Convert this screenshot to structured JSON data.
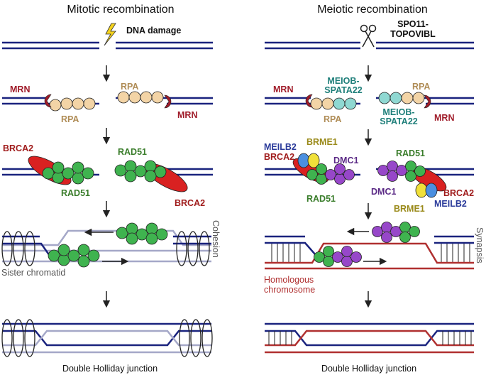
{
  "titles": {
    "mitotic": "Mitotic recombination",
    "meiotic": "Meiotic recombination"
  },
  "labels": {
    "dna_damage": "DNA damage",
    "spo11_line1": "SPO11-",
    "spo11_line2": "TOPOVIBL",
    "mrn": "MRN",
    "rpa": "RPA",
    "meiob_line1": "MEIOB-",
    "meiob_line2": "SPATA22",
    "brca2": "BRCA2",
    "rad51": "RAD51",
    "dmc1": "DMC1",
    "meilb2": "MEILB2",
    "brme1": "BRME1",
    "cohesion": "Cohesion",
    "synapsis": "Synapsis",
    "sister_chromatid": "Sister chromatid",
    "homologous_line1": "Homologous",
    "homologous_line2": "chromosome",
    "dhj": "Double Holliday junction"
  },
  "colors": {
    "dna": "#1a237e",
    "sister": "#a5a8c8",
    "homolog": "#b03030",
    "mrn": "#a01c2a",
    "rpa": "#f3d4a6",
    "rpa_text": "#b08d57",
    "meiob": "#8fd8d2",
    "meiob_text": "#1f7f7a",
    "brca2": "#d92121",
    "brca2_text": "#a01c1c",
    "rad51": "#3fb34f",
    "rad51_text": "#3a7d2b",
    "dmc1": "#9747c9",
    "dmc1_text": "#5b2a86",
    "meilb2": "#4b8fe0",
    "meilb2_text": "#2a3a9a",
    "brme1": "#f0e03a",
    "brme1_text": "#9a8a1a",
    "lightning": "#f4d21b"
  },
  "icons": [
    "lightning-icon",
    "scissors-icon"
  ]
}
